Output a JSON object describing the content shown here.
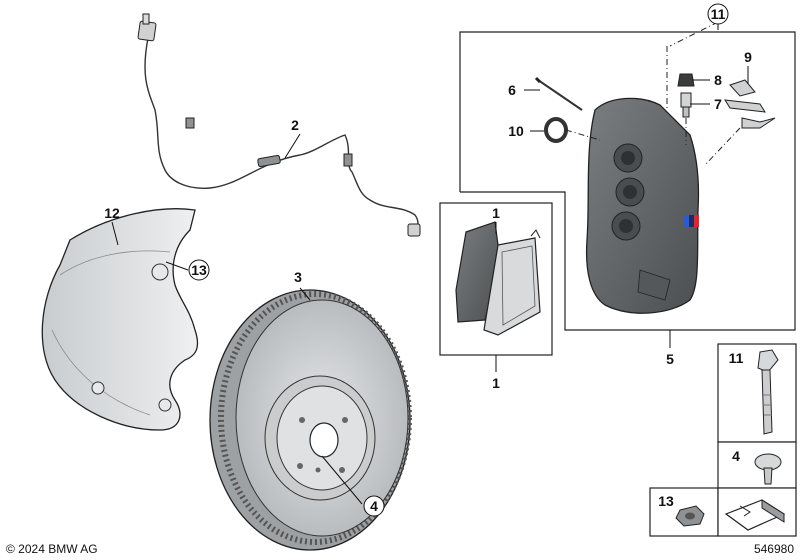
{
  "footer": {
    "copyright": "© 2024 BMW AG",
    "diagram_number": "546980"
  },
  "callouts": {
    "p1": "1",
    "p2": "2",
    "p3": "3",
    "p4": "4",
    "p5": "5",
    "p6": "6",
    "p7": "7",
    "p8": "8",
    "p9": "9",
    "p10": "10",
    "p11": "11",
    "p12": "12",
    "p13": "13"
  },
  "legend_boxes": {
    "bolt_11": "11",
    "screw_4": "4",
    "nut_13": "13"
  },
  "colors": {
    "line": "#1a1a1a",
    "metal_light": "#d8dadc",
    "metal_mid": "#a8abae",
    "caliper": "#6b6e70",
    "pad": "#5c5f61",
    "accent_blue": "#2a5bd7",
    "accent_red": "#e0262b"
  },
  "icons": [
    "brake-disc-icon",
    "caliper-icon",
    "pad-icon",
    "wear-sensor-icon",
    "dust-shield-icon",
    "bolt-icon",
    "screw-icon",
    "nut-icon",
    "arrow-icon"
  ]
}
